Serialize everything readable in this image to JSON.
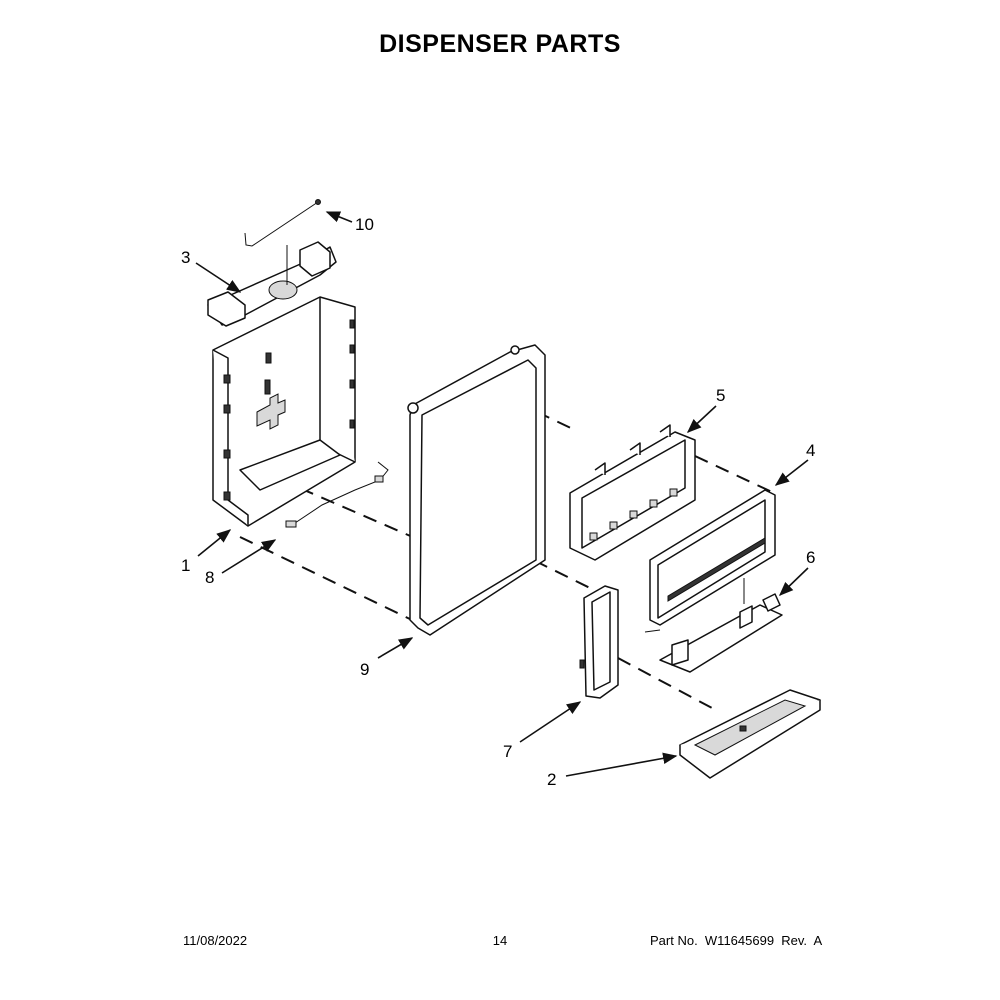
{
  "title": "DISPENSER PARTS",
  "callouts": [
    "1",
    "2",
    "3",
    "4",
    "5",
    "6",
    "7",
    "8",
    "9",
    "10"
  ],
  "footer": {
    "date": "11/08/2022",
    "page": "14",
    "part_no": "Part No.  W11645699  Rev.  A"
  }
}
